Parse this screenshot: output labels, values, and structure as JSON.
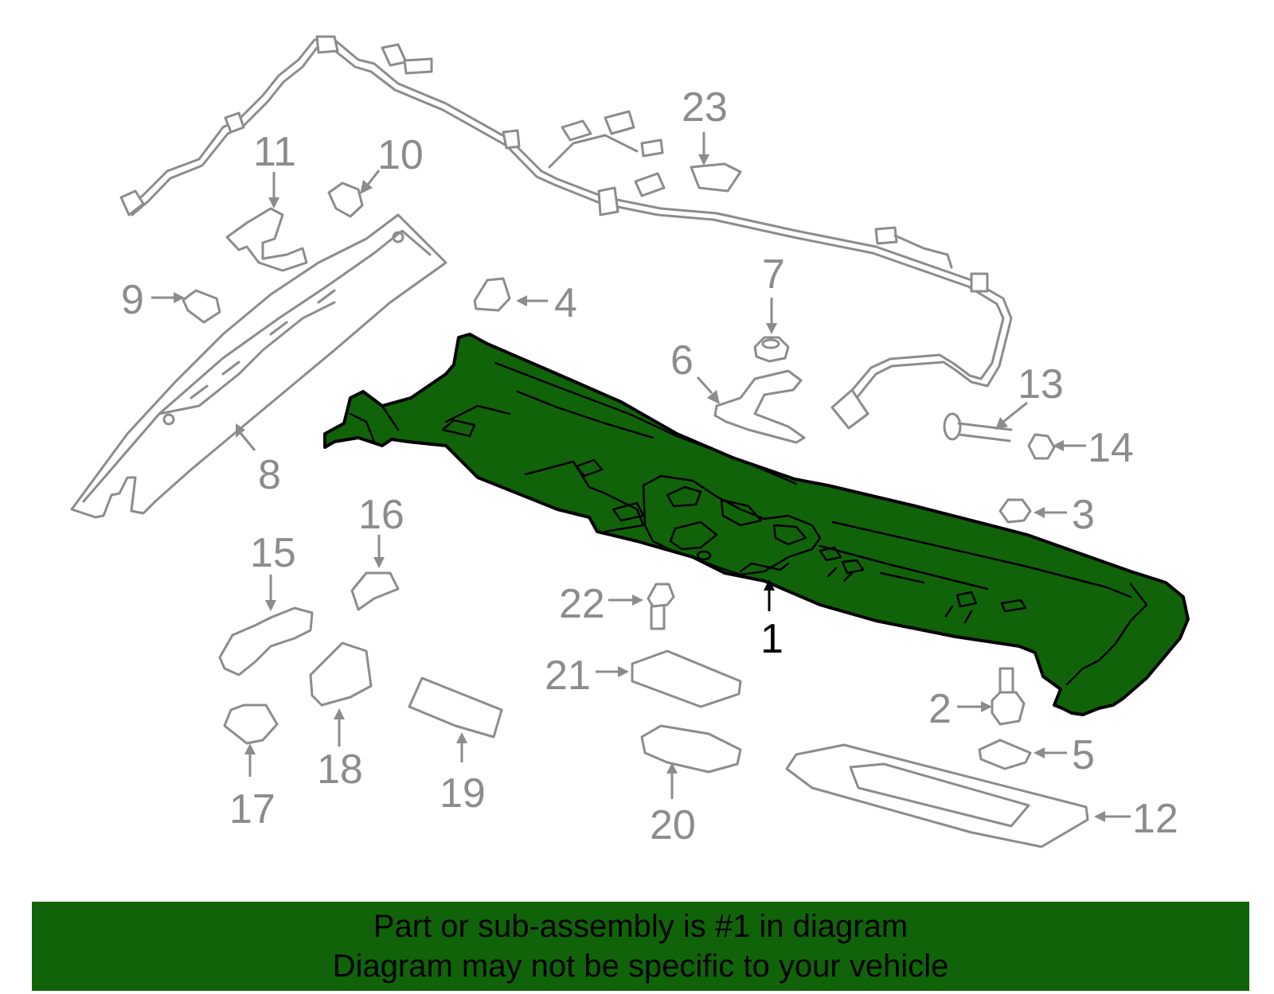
{
  "callouts": {
    "c1": "1",
    "c2": "2",
    "c3": "3",
    "c4": "4",
    "c5": "5",
    "c6": "6",
    "c7": "7",
    "c8": "8",
    "c9": "9",
    "c10": "10",
    "c11": "11",
    "c12": "12",
    "c13": "13",
    "c14": "14",
    "c15": "15",
    "c16": "16",
    "c17": "17",
    "c18": "18",
    "c19": "19",
    "c20": "20",
    "c21": "21",
    "c22": "22",
    "c23": "23"
  },
  "banner": {
    "line1": "Part or sub-assembly is #1 in diagram",
    "line2": "Diagram may not be specific to your vehicle"
  },
  "colors": {
    "highlight": "#116309",
    "outline": "#8c8c8c",
    "text": "#000000"
  }
}
